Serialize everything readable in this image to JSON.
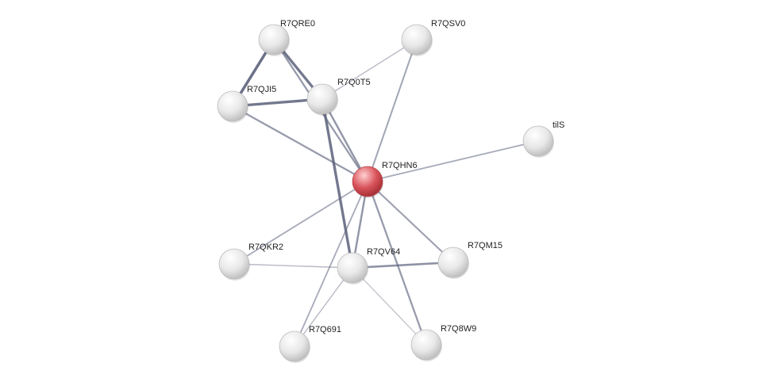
{
  "network": {
    "colors": {
      "background": "#ffffff",
      "node": "#e8e8e8",
      "node_highlight": "#ffffff",
      "node_query": "#d9545b",
      "node_query_highlight": "#ffd0d2",
      "edge": "#5a607a",
      "label": "#222222"
    },
    "nodes": [
      {
        "id": "R7QRE0",
        "label": "R7QRE0"
      },
      {
        "id": "R7QSV0",
        "label": "R7QSV0"
      },
      {
        "id": "R7QJI5",
        "label": "R7QJI5"
      },
      {
        "id": "R7Q0T5",
        "label": "R7Q0T5"
      },
      {
        "id": "tilS",
        "label": "tilS"
      },
      {
        "id": "R7QHN6",
        "label": "R7QHN6",
        "query": true
      },
      {
        "id": "R7QKR2",
        "label": "R7QKR2"
      },
      {
        "id": "R7QV64",
        "label": "R7QV64"
      },
      {
        "id": "R7QM15",
        "label": "R7QM15"
      },
      {
        "id": "R7Q691",
        "label": "R7Q691"
      },
      {
        "id": "R7Q8W9",
        "label": "R7Q8W9"
      }
    ],
    "edges": [
      {
        "source": "R7QRE0",
        "target": "R7QJI5",
        "strength": 0.9
      },
      {
        "source": "R7QRE0",
        "target": "R7Q0T5",
        "strength": 0.85
      },
      {
        "source": "R7QJI5",
        "target": "R7Q0T5",
        "strength": 0.85
      },
      {
        "source": "R7QRE0",
        "target": "R7QHN6",
        "strength": 0.5
      },
      {
        "source": "R7QJI5",
        "target": "R7QHN6",
        "strength": 0.5
      },
      {
        "source": "R7Q0T5",
        "target": "R7QHN6",
        "strength": 0.55
      },
      {
        "source": "R7Q0T5",
        "target": "R7QV64",
        "strength": 0.85
      },
      {
        "source": "R7Q0T5",
        "target": "R7QSV0",
        "strength": 0.2
      },
      {
        "source": "R7QSV0",
        "target": "R7QHN6",
        "strength": 0.4
      },
      {
        "source": "tilS",
        "target": "R7QHN6",
        "strength": 0.35
      },
      {
        "source": "R7QHN6",
        "target": "R7QKR2",
        "strength": 0.35
      },
      {
        "source": "R7QHN6",
        "target": "R7QV64",
        "strength": 0.55
      },
      {
        "source": "R7QHN6",
        "target": "R7QM15",
        "strength": 0.45
      },
      {
        "source": "R7QHN6",
        "target": "R7Q8W9",
        "strength": 0.5
      },
      {
        "source": "R7QHN6",
        "target": "R7Q691",
        "strength": 0.35
      },
      {
        "source": "R7QKR2",
        "target": "R7QV64",
        "strength": 0.2
      },
      {
        "source": "R7QV64",
        "target": "R7QM15",
        "strength": 0.6
      },
      {
        "source": "R7QV64",
        "target": "R7Q691",
        "strength": 0.2
      },
      {
        "source": "R7QV64",
        "target": "R7Q8W9",
        "strength": 0.15
      }
    ]
  }
}
